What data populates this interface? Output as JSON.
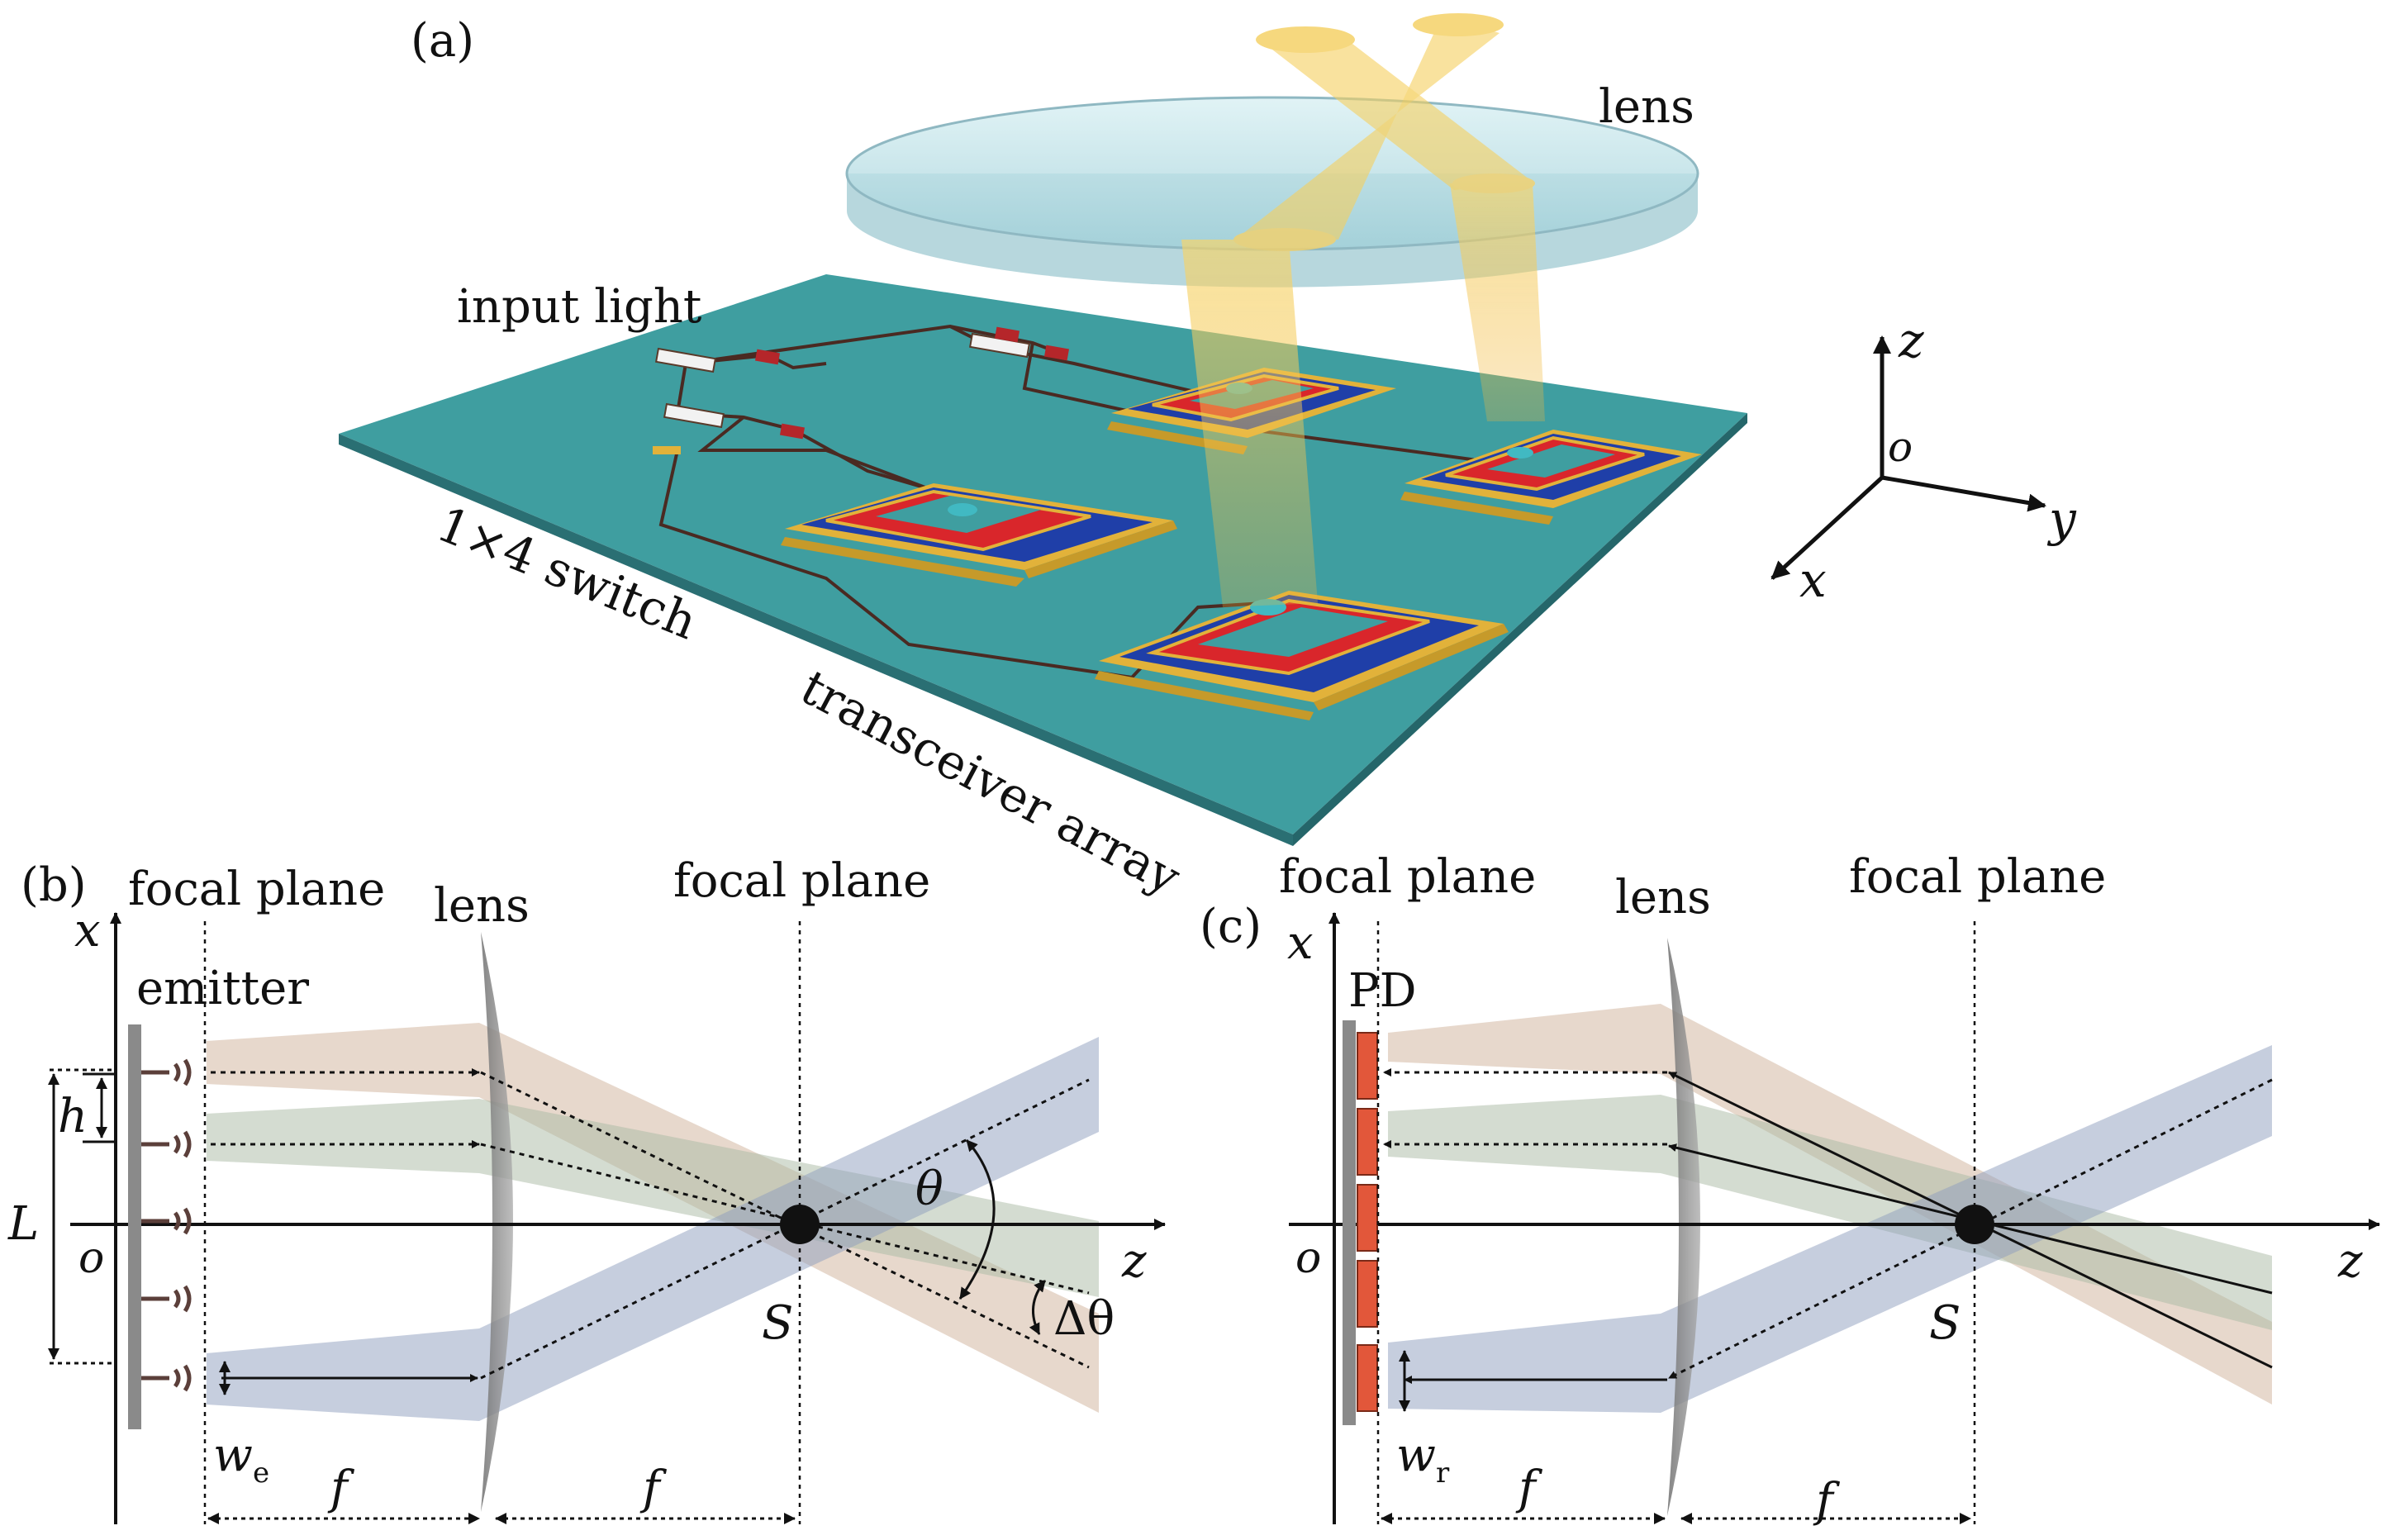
{
  "panel_a": {
    "tag": "(a)",
    "lens_label": "lens",
    "input_light_label": "input light",
    "switch_label": "1×4 switch",
    "array_label": "transceiver array",
    "axes": {
      "z": "z",
      "o": "o",
      "y": "y",
      "x": "x"
    }
  },
  "panel_b": {
    "tag": "(b)",
    "focal_plane_left": "focal plane",
    "focal_plane_right": "focal plane",
    "lens_label": "lens",
    "emitter_label": "emitter",
    "x_axis": "x",
    "z_axis": "z",
    "origin": "o",
    "h": "h",
    "L": "L",
    "theta": "θ",
    "delta_theta": "Δθ",
    "S": "S",
    "w_main": "w",
    "w_sub": "e",
    "f1": "f",
    "f2": "f"
  },
  "panel_c": {
    "tag": "(c)",
    "focal_plane_left": "focal plane",
    "focal_plane_right": "focal plane",
    "lens_label": "lens",
    "pd_label": "PD",
    "x_axis": "x",
    "z_axis": "z",
    "origin": "o",
    "S": "S",
    "w_main": "w",
    "w_sub": "r",
    "f1": "f",
    "f2": "f"
  },
  "colors": {
    "substrate": "#3f9ea0",
    "substrate_dark": "#2a6f73",
    "pad_red": "#d9262b",
    "pad_blue": "#1f3fa8",
    "pad_gold": "#e2b23a",
    "beam_gold": "#f2c44a",
    "lens_glass": "#bfe4ea",
    "beam_tan": "#c9a88e",
    "beam_green": "#a9b9a4",
    "beam_blue": "#8e9dbd",
    "pd_red": "#e2573a",
    "lens_gray": "#8c8c8c"
  }
}
